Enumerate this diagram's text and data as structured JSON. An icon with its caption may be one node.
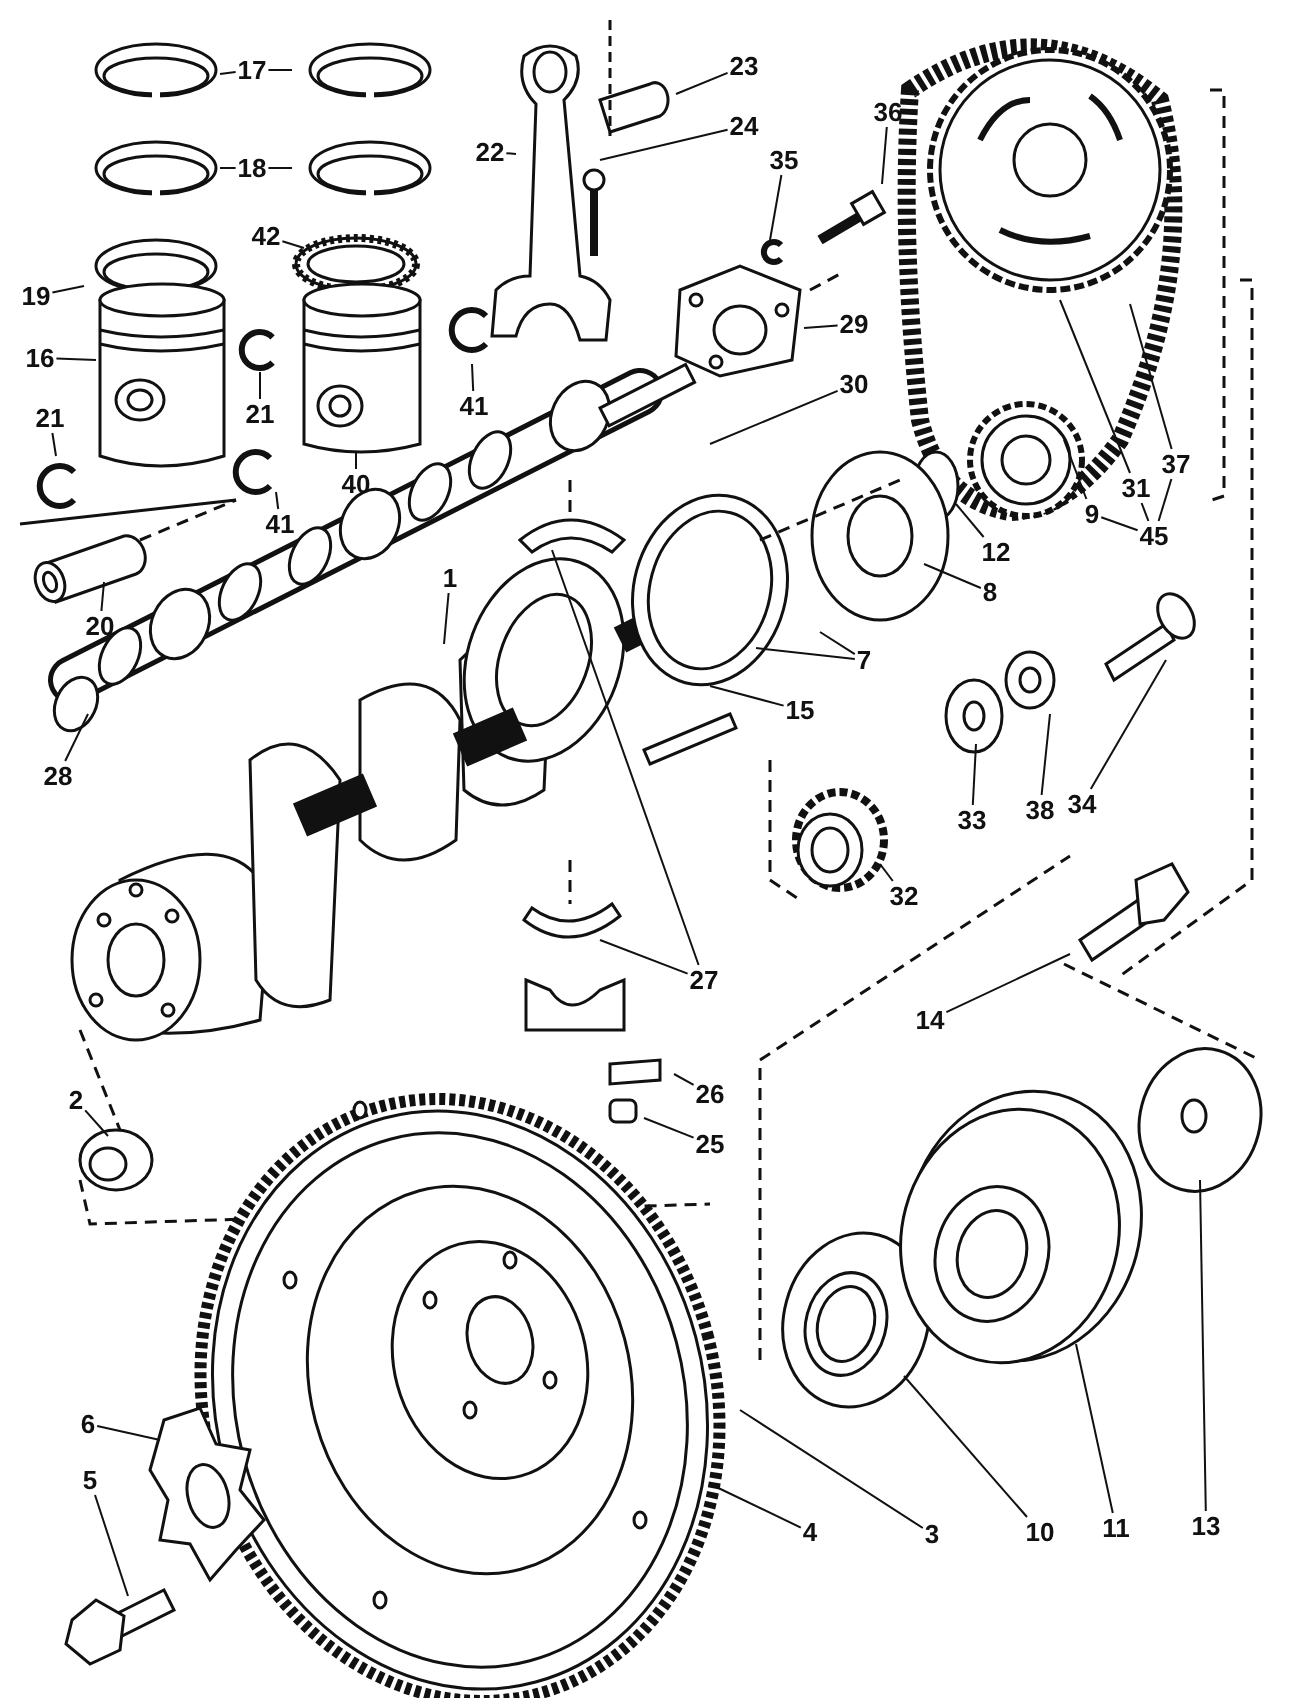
{
  "diagram": {
    "nodes": [
      {
        "text": [
          "17"
        ]
      },
      {
        "text": [
          "18"
        ]
      },
      {
        "text": [
          "42"
        ]
      },
      {
        "text": [
          "22"
        ]
      },
      {
        "text": [
          "23"
        ]
      },
      {
        "text": [
          "24"
        ]
      },
      {
        "text": [
          "36"
        ]
      },
      {
        "text": [
          "35"
        ]
      },
      {
        "text": [
          "19"
        ]
      },
      {
        "text": [
          "16"
        ]
      },
      {
        "text": [
          "21"
        ]
      },
      {
        "text": [
          "41"
        ]
      },
      {
        "text": [
          "21"
        ]
      },
      {
        "text": [
          "40"
        ]
      },
      {
        "text": [
          "41"
        ]
      },
      {
        "text": [
          "29"
        ]
      },
      {
        "text": [
          "30"
        ]
      },
      {
        "text": [
          "37"
        ]
      },
      {
        "text": [
          "31"
        ]
      },
      {
        "text": [
          "9"
        ]
      },
      {
        "text": [
          "45"
        ]
      },
      {
        "text": [
          "12"
        ]
      },
      {
        "text": [
          "8"
        ]
      },
      {
        "text": [
          "1"
        ]
      },
      {
        "text": [
          "20"
        ]
      },
      {
        "text": [
          "7"
        ]
      },
      {
        "text": [
          "15"
        ]
      },
      {
        "text": [
          "28"
        ]
      },
      {
        "text": [
          "34"
        ]
      },
      {
        "text": [
          "38"
        ]
      },
      {
        "text": [
          "33"
        ]
      },
      {
        "text": [
          "32"
        ]
      },
      {
        "text": [
          "27"
        ]
      },
      {
        "text": [
          "14"
        ]
      },
      {
        "text": [
          "26"
        ]
      },
      {
        "text": [
          "25"
        ]
      },
      {
        "text": [
          "2"
        ]
      },
      {
        "text": [
          "6"
        ]
      },
      {
        "text": [
          "5"
        ]
      },
      {
        "text": [
          "4"
        ]
      },
      {
        "text": [
          "3"
        ]
      },
      {
        "text": [
          "10"
        ]
      },
      {
        "text": [
          "11"
        ]
      },
      {
        "text": [
          "13"
        ]
      }
    ],
    "edges": [
      {
        "from": 0,
        "to": null,
        "arrow": "none"
      },
      {
        "from": 0,
        "to": null,
        "arrow": "none"
      },
      {
        "from": 1,
        "to": null,
        "arrow": "none"
      },
      {
        "from": 1,
        "to": null,
        "arrow": "none"
      },
      {
        "from": 2,
        "to": null,
        "arrow": "none"
      },
      {
        "from": 3,
        "to": null,
        "arrow": "none"
      },
      {
        "from": 4,
        "to": null,
        "arrow": "none"
      },
      {
        "from": 5,
        "to": null,
        "arrow": "none"
      },
      {
        "from": 6,
        "to": null,
        "arrow": "none"
      },
      {
        "from": 7,
        "to": null,
        "arrow": "none"
      },
      {
        "from": 8,
        "to": null,
        "arrow": "none"
      },
      {
        "from": 9,
        "to": null,
        "arrow": "none"
      },
      {
        "from": 10,
        "to": null,
        "arrow": "none"
      },
      {
        "from": 11,
        "to": null,
        "arrow": "none"
      },
      {
        "from": 12,
        "to": null,
        "arrow": "none"
      },
      {
        "from": 13,
        "to": null,
        "arrow": "none"
      },
      {
        "from": 14,
        "to": null,
        "arrow": "none"
      },
      {
        "from": 15,
        "to": null,
        "arrow": "none"
      },
      {
        "from": 16,
        "to": null,
        "arrow": "none"
      },
      {
        "from": 17,
        "to": null,
        "arrow": "none"
      },
      {
        "from": 18,
        "to": null,
        "arrow": "none"
      },
      {
        "from": 19,
        "to": null,
        "arrow": "none"
      },
      {
        "from": 20,
        "to": 19,
        "arrow": "none"
      },
      {
        "from": 20,
        "to": 18,
        "arrow": "none"
      },
      {
        "from": 20,
        "to": 17,
        "arrow": "none"
      },
      {
        "from": 21,
        "to": null,
        "arrow": "none"
      },
      {
        "from": 22,
        "to": null,
        "arrow": "none"
      },
      {
        "from": 23,
        "to": null,
        "arrow": "none"
      },
      {
        "from": 24,
        "to": null,
        "arrow": "none"
      },
      {
        "from": 25,
        "to": null,
        "arrow": "none"
      },
      {
        "from": 25,
        "to": null,
        "arrow": "none"
      },
      {
        "from": 26,
        "to": null,
        "arrow": "none"
      },
      {
        "from": 27,
        "to": null,
        "arrow": "none"
      },
      {
        "from": 28,
        "to": null,
        "arrow": "none"
      },
      {
        "from": 29,
        "to": null,
        "arrow": "none"
      },
      {
        "from": 30,
        "to": null,
        "arrow": "none"
      },
      {
        "from": 31,
        "to": null,
        "arrow": "none"
      },
      {
        "from": 32,
        "to": null,
        "arrow": "none"
      },
      {
        "from": 32,
        "to": null,
        "arrow": "none"
      },
      {
        "from": 33,
        "to": null,
        "arrow": "none"
      },
      {
        "from": 34,
        "to": null,
        "arrow": "none"
      },
      {
        "from": 35,
        "to": null,
        "arrow": "none"
      },
      {
        "from": 36,
        "to": null,
        "arrow": "none"
      },
      {
        "from": 37,
        "to": null,
        "arrow": "none"
      },
      {
        "from": 38,
        "to": null,
        "arrow": "none"
      },
      {
        "from": 39,
        "to": null,
        "arrow": "none"
      },
      {
        "from": 40,
        "to": null,
        "arrow": "none"
      },
      {
        "from": 41,
        "to": null,
        "arrow": "none"
      },
      {
        "from": 42,
        "to": null,
        "arrow": "none"
      },
      {
        "from": 43,
        "to": null,
        "arrow": "none"
      }
    ]
  }
}
